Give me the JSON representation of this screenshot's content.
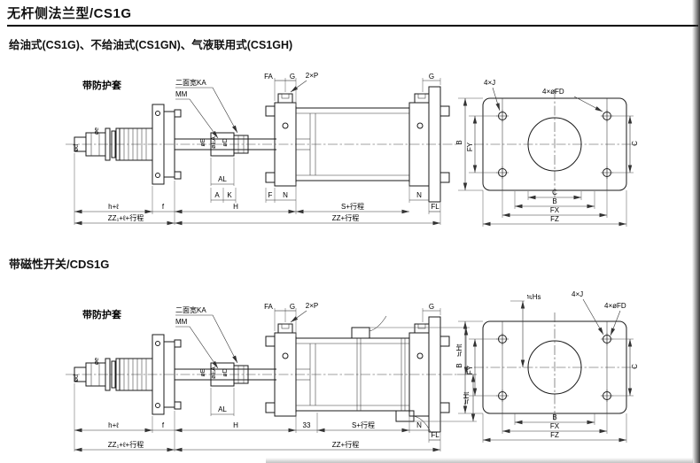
{
  "page": {
    "title": "无杆侧法兰型/CS1G",
    "variants": "给油式(CS1G)、不给油式(CS1GN)、气液联用式(CS1GH)",
    "switch_heading": "带磁性开关/CDS1G"
  },
  "d1": {
    "boot": "带防护套",
    "ka": "二面宽KA",
    "mm": "MM",
    "fa": "FA",
    "g_rod": "G",
    "ports": "2×P",
    "g_head": "G",
    "rod_dia_small": "ød",
    "knuckle_dia": "øe",
    "bore_E": "øE",
    "bore_EA": "øEA",
    "rod_dia": "øD",
    "al": "AL",
    "a": "A",
    "k": "K",
    "f": "F",
    "n_rod": "N",
    "n_head": "N",
    "h": "H",
    "s": "S+行程",
    "fl": "FL",
    "zz": "ZZ+行程",
    "hl": "h+ℓ",
    "f_boot": "f",
    "zz1": "ZZ₁+ℓ+行程",
    "j": "4×J",
    "fd": "4×øFD",
    "b_l": "B",
    "fy": "FY",
    "c_r": "C",
    "c_b": "C",
    "b_b": "B",
    "fx": "FX",
    "fz": "FZ"
  },
  "d2": {
    "boot": "带防护套",
    "ka": "二面宽KA",
    "mm": "MM",
    "fa": "FA",
    "g_rod": "G",
    "ports": "2×P",
    "g_head": "G",
    "rod_dia_small": "ød",
    "knuckle_dia": "øe",
    "bore_E": "øE",
    "bore_EA": "øEA",
    "rod_dia": "øD",
    "al": "AL",
    "h": "H",
    "d33": "33",
    "s": "S+行程",
    "n_head": "N",
    "fl": "FL",
    "zz": "ZZ+行程",
    "hl": "h+ℓ",
    "f_boot": "f",
    "zz1": "ZZ₁+ℓ+行程",
    "j": "4×J",
    "fd": "4×øFD",
    "hs": "≒Hs",
    "ht1": "≒Ht",
    "ht2": "≒Ht",
    "b_l": "B",
    "fy": "FY",
    "c_r": "C",
    "b_b": "B",
    "fx": "FX",
    "fz": "FZ"
  }
}
